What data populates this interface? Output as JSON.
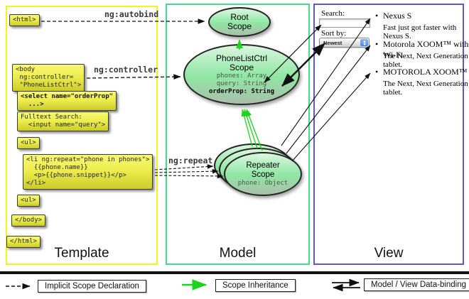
{
  "template_column": {
    "label": "Template",
    "boxes": {
      "html_open": "<html>",
      "body_open": "<body\n ng:controller=\n \"PhoneListCtrl\">",
      "select": "<select name=\"orderProp\"\n  ...>",
      "fulltext": "Fulltext Search:\n  <input name=\"query\">",
      "ul_open": "<ul>",
      "li_repeat": "<li ng:repeat=\"phone in phones\">\n  {{phone.name}}\n  <p>{{phone.snippet}}</p>\n</li>",
      "ul_close": "<ul>",
      "body_close": "</body>",
      "html_close": "</html>"
    }
  },
  "model_column": {
    "label": "Model",
    "root_scope": {
      "title": "Root\nScope"
    },
    "phonelist_scope": {
      "title": "PhoneListCtrl\nScope",
      "props": "phones: Array\nquery: String",
      "bold_prop": "orderProp: String"
    },
    "repeater_scope": {
      "title": "Repeater\nScope",
      "prop": "phone: Object"
    }
  },
  "view_column": {
    "label": "View",
    "search_label": "Search:",
    "search_value": "",
    "sort_label": "Sort by:",
    "sort_value": "Newest",
    "bullet": "•",
    "items": [
      {
        "name": "Nexus S",
        "desc": "Fast just got faster with Nexus S."
      },
      {
        "name": "Motorola XOOM™ with Wi-Fi",
        "desc": "The Next, Next Generation tablet."
      },
      {
        "name": "MOTOROLA XOOM™",
        "desc": "The Next, Next Generation tablet."
      }
    ]
  },
  "annotations": {
    "autobind": "ng:autobind",
    "controller": "ng:controller",
    "repeat": "ng:repeat"
  },
  "legend": {
    "implicit": "Implicit Scope Declaration",
    "inheritance": "Scope Inheritance",
    "binding": "Model / View Data-binding"
  },
  "colors": {
    "template_border": "#f4f41a",
    "model_border": "#43dd8a",
    "view_border": "#6157cb",
    "code_box_fill": "#eded4e",
    "scope_fill": "#90e7a4",
    "inheritance_arrow": "#1bd41b",
    "arrow_black": "#111111"
  }
}
